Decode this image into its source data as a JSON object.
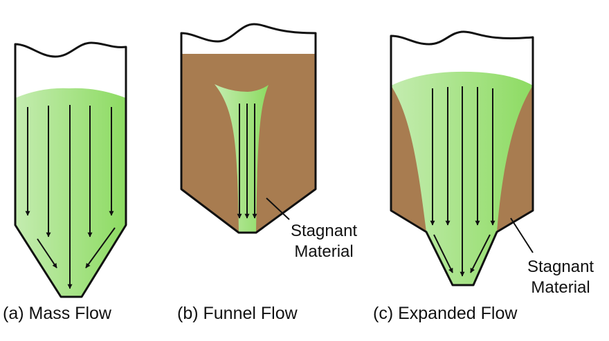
{
  "captions": {
    "mass": "(a) Mass Flow",
    "funnel": "(b) Funnel Flow",
    "expanded": "(c) Expanded Flow"
  },
  "annotations": {
    "funnel_stagnant": {
      "line1": "Stagnant",
      "line2": "Material"
    },
    "expanded_stagnant": {
      "line1": "Stagnant",
      "line2": "Material"
    }
  },
  "colors": {
    "flowing_material_light": "#c4ecb0",
    "flowing_material_dark": "#8ddb62",
    "stagnant_material": "#a87c50",
    "outline": "#111111",
    "background": "#ffffff"
  }
}
